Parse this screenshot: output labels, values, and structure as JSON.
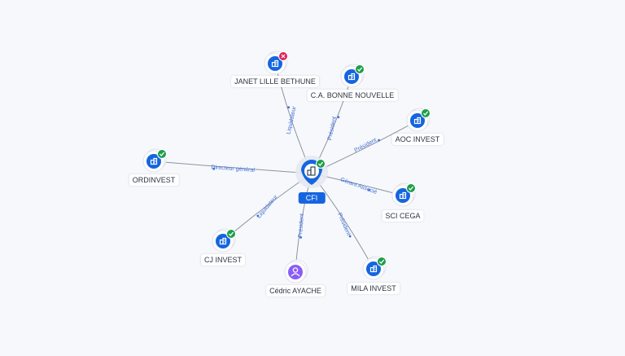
{
  "center": {
    "name": "CFI",
    "status": "active",
    "icon": "company-icon"
  },
  "nodes": [
    {
      "id": "janet",
      "name": "JANET LILLE BETHUNE",
      "role": "Liquidateur",
      "status": "closed",
      "kind": "company"
    },
    {
      "id": "ca",
      "name": "C.A. BONNE NOUVELLE",
      "role": "Président",
      "status": "active",
      "kind": "company"
    },
    {
      "id": "aoc",
      "name": "AOC INVEST",
      "role": "Président",
      "status": "active",
      "kind": "company"
    },
    {
      "id": "ordinvest",
      "name": "ORDINVEST",
      "role": "Directeur général",
      "status": "active",
      "kind": "company"
    },
    {
      "id": "scicega",
      "name": "SCI CEGA",
      "role": "Gérant Associé",
      "status": "active",
      "kind": "company"
    },
    {
      "id": "cjinvest",
      "name": "CJ INVEST",
      "role": "Liquidateur",
      "status": "active",
      "kind": "company"
    },
    {
      "id": "cedric",
      "name": "Cédric AYACHE",
      "role": "Président",
      "status": "none",
      "kind": "person"
    },
    {
      "id": "mila",
      "name": "MILA INVEST",
      "role": "Président",
      "status": "active",
      "kind": "company"
    }
  ],
  "colors": {
    "accent": "#1565e0",
    "active": "#1e9e4a",
    "closed": "#e0245e",
    "person": "#8a5cf6",
    "edge": "#8a93a3",
    "edgeLabel": "#3f6fd8"
  }
}
